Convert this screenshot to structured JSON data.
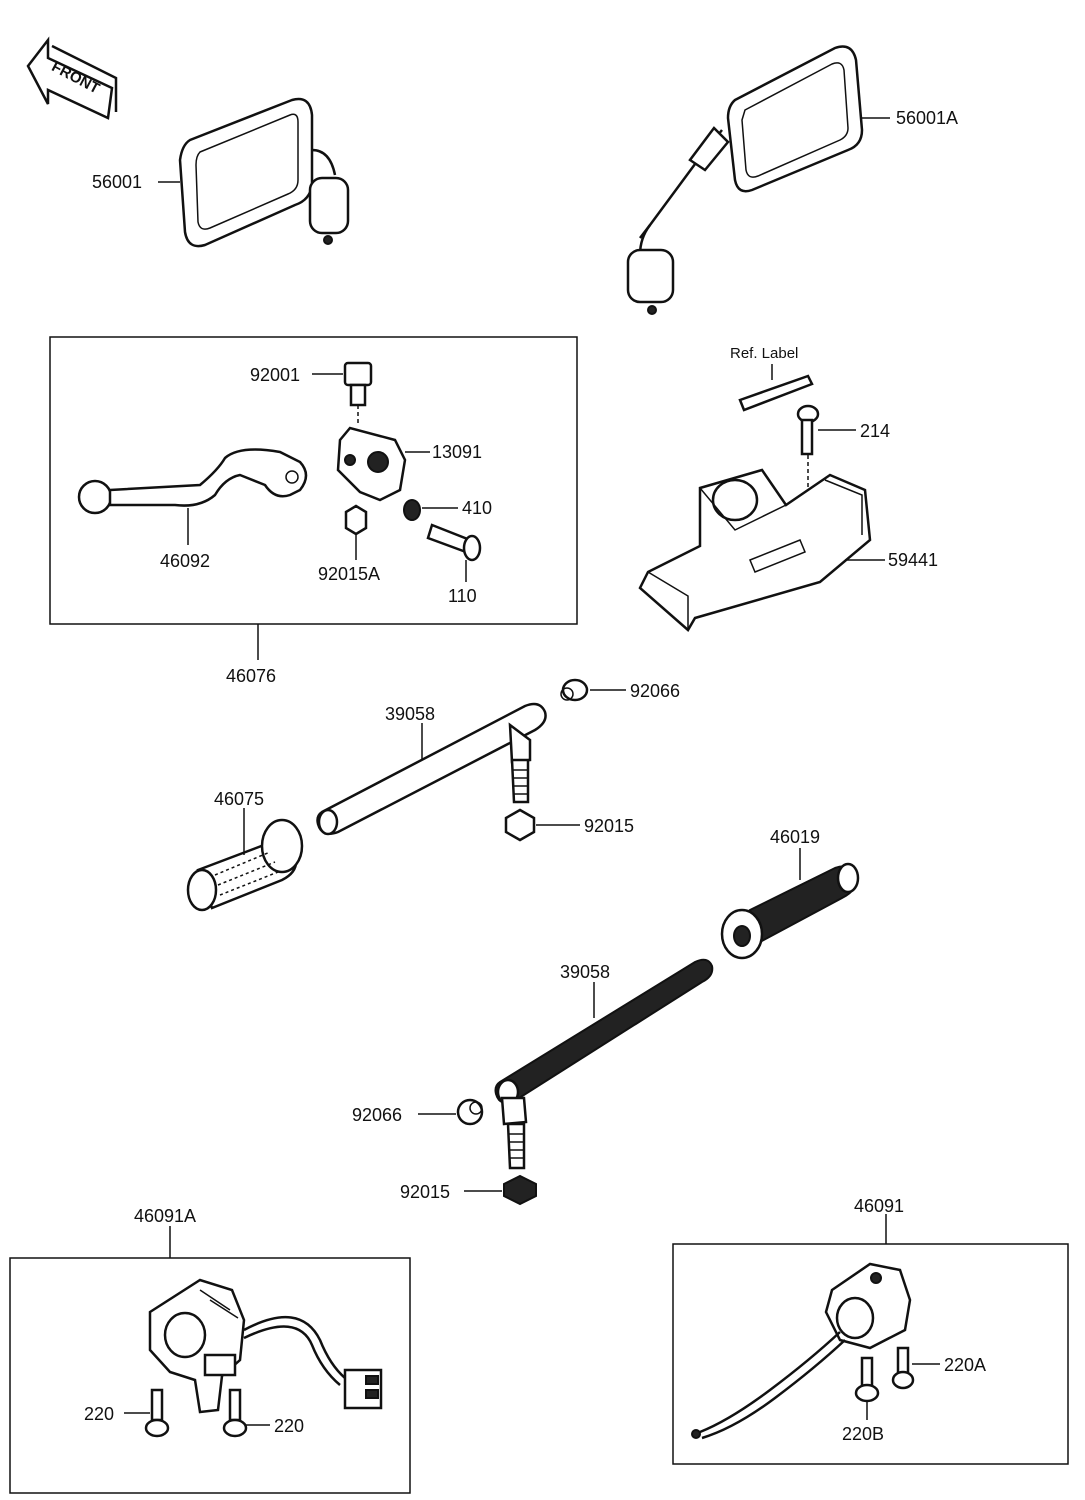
{
  "front_label": "FRONT",
  "ref_label": "Ref. Label",
  "parts": {
    "mirror_left": "56001",
    "mirror_right": "56001A",
    "lever_bolt": "92001",
    "lever_holder": "13091",
    "washer": "410",
    "pivot_bolt": "110",
    "nut_a": "92015A",
    "lever": "46092",
    "lever_assy": "46076",
    "screw_214": "214",
    "cover": "59441",
    "cap_upper": "92066",
    "handlebar_upper": "39058",
    "grip_left": "46075",
    "nut_upper": "92015",
    "grip_right": "46019",
    "handlebar_lower": "39058",
    "cap_lower": "92066",
    "nut_lower": "92015",
    "switch_left": "46091A",
    "screw_220_a": "220",
    "screw_220_b": "220",
    "switch_right": "46091",
    "screw_220A": "220A",
    "screw_220B": "220B"
  }
}
